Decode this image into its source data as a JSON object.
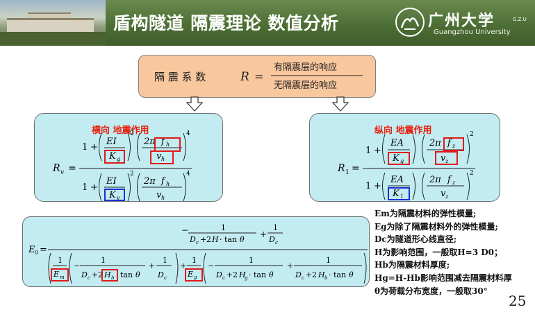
{
  "header": {
    "title": "盾构隧道 隔震理论 数值分析",
    "logo_cn": "广州大学",
    "logo_badge": "G.Z.U",
    "logo_en": "Guangzhou University"
  },
  "ratio_box": {
    "label": "隔 震 系 数",
    "symbol": "R",
    "equals": "=",
    "numerator": "有隔震层的响应",
    "denominator": "无隔震层的响应"
  },
  "transverse": {
    "title": "横向 地震作用",
    "lhs": "R",
    "lhs_sub": "v",
    "one": "1",
    "plus": "+",
    "EI": "EI",
    "Kg": "K",
    "Kg_sub": "g",
    "Kv": "K",
    "Kv_sub": "v",
    "two_pi": "2π",
    "f": "f",
    "f_sub": "h",
    "v": "v",
    "v_sub": "h",
    "exp2": "2",
    "exp4": "4"
  },
  "longitudinal": {
    "title": "纵向 地震作用",
    "lhs": "R",
    "lhs_sub": "1",
    "one": "1",
    "plus": "+",
    "EA": "EA",
    "Kg": "K",
    "Kg_sub": "g",
    "K1": "K",
    "K1_sub": "1",
    "two_pi": "2π",
    "f": "f",
    "f_sub": "z",
    "v": "v",
    "v_sub": "z",
    "exp2": "2"
  },
  "equivalent": {
    "lhs": "E",
    "lhs_sub": "0",
    "one": "1",
    "minus": "−",
    "plus": "+",
    "Dc": "D",
    "c_sub": "c",
    "H": "H",
    "Hb": "H",
    "b_sub": "b",
    "Em": "E",
    "m_sub": "m",
    "Eg": "E",
    "g_sub": "g",
    "tan": "tan",
    "theta": "θ",
    "dot": "·",
    "two": "2"
  },
  "notes": [
    "Em为隔震材料的弹性模量;",
    "Eg为除了隔震材料外的弹性模量;",
    "Dc为隧道形心线直径;",
    "H为影响范围，一般取H=3 D0；",
    "Hb为隔震材料厚度;",
    "Hg=H-Hb影响范围减去隔震材料厚",
    "θ为荷载分布宽度，一般取30°"
  ],
  "page_number": "25",
  "colors": {
    "header_green": "#4d6e35",
    "ratio_box_fill": "#f9c79d",
    "panel_fill": "#c2ecf2",
    "title_red": "#e8200c",
    "highlight_red": "#e01a1a",
    "highlight_blue": "#1b2fd6"
  },
  "icons": [
    "university-emblem-icon",
    "down-arrow-icon"
  ]
}
